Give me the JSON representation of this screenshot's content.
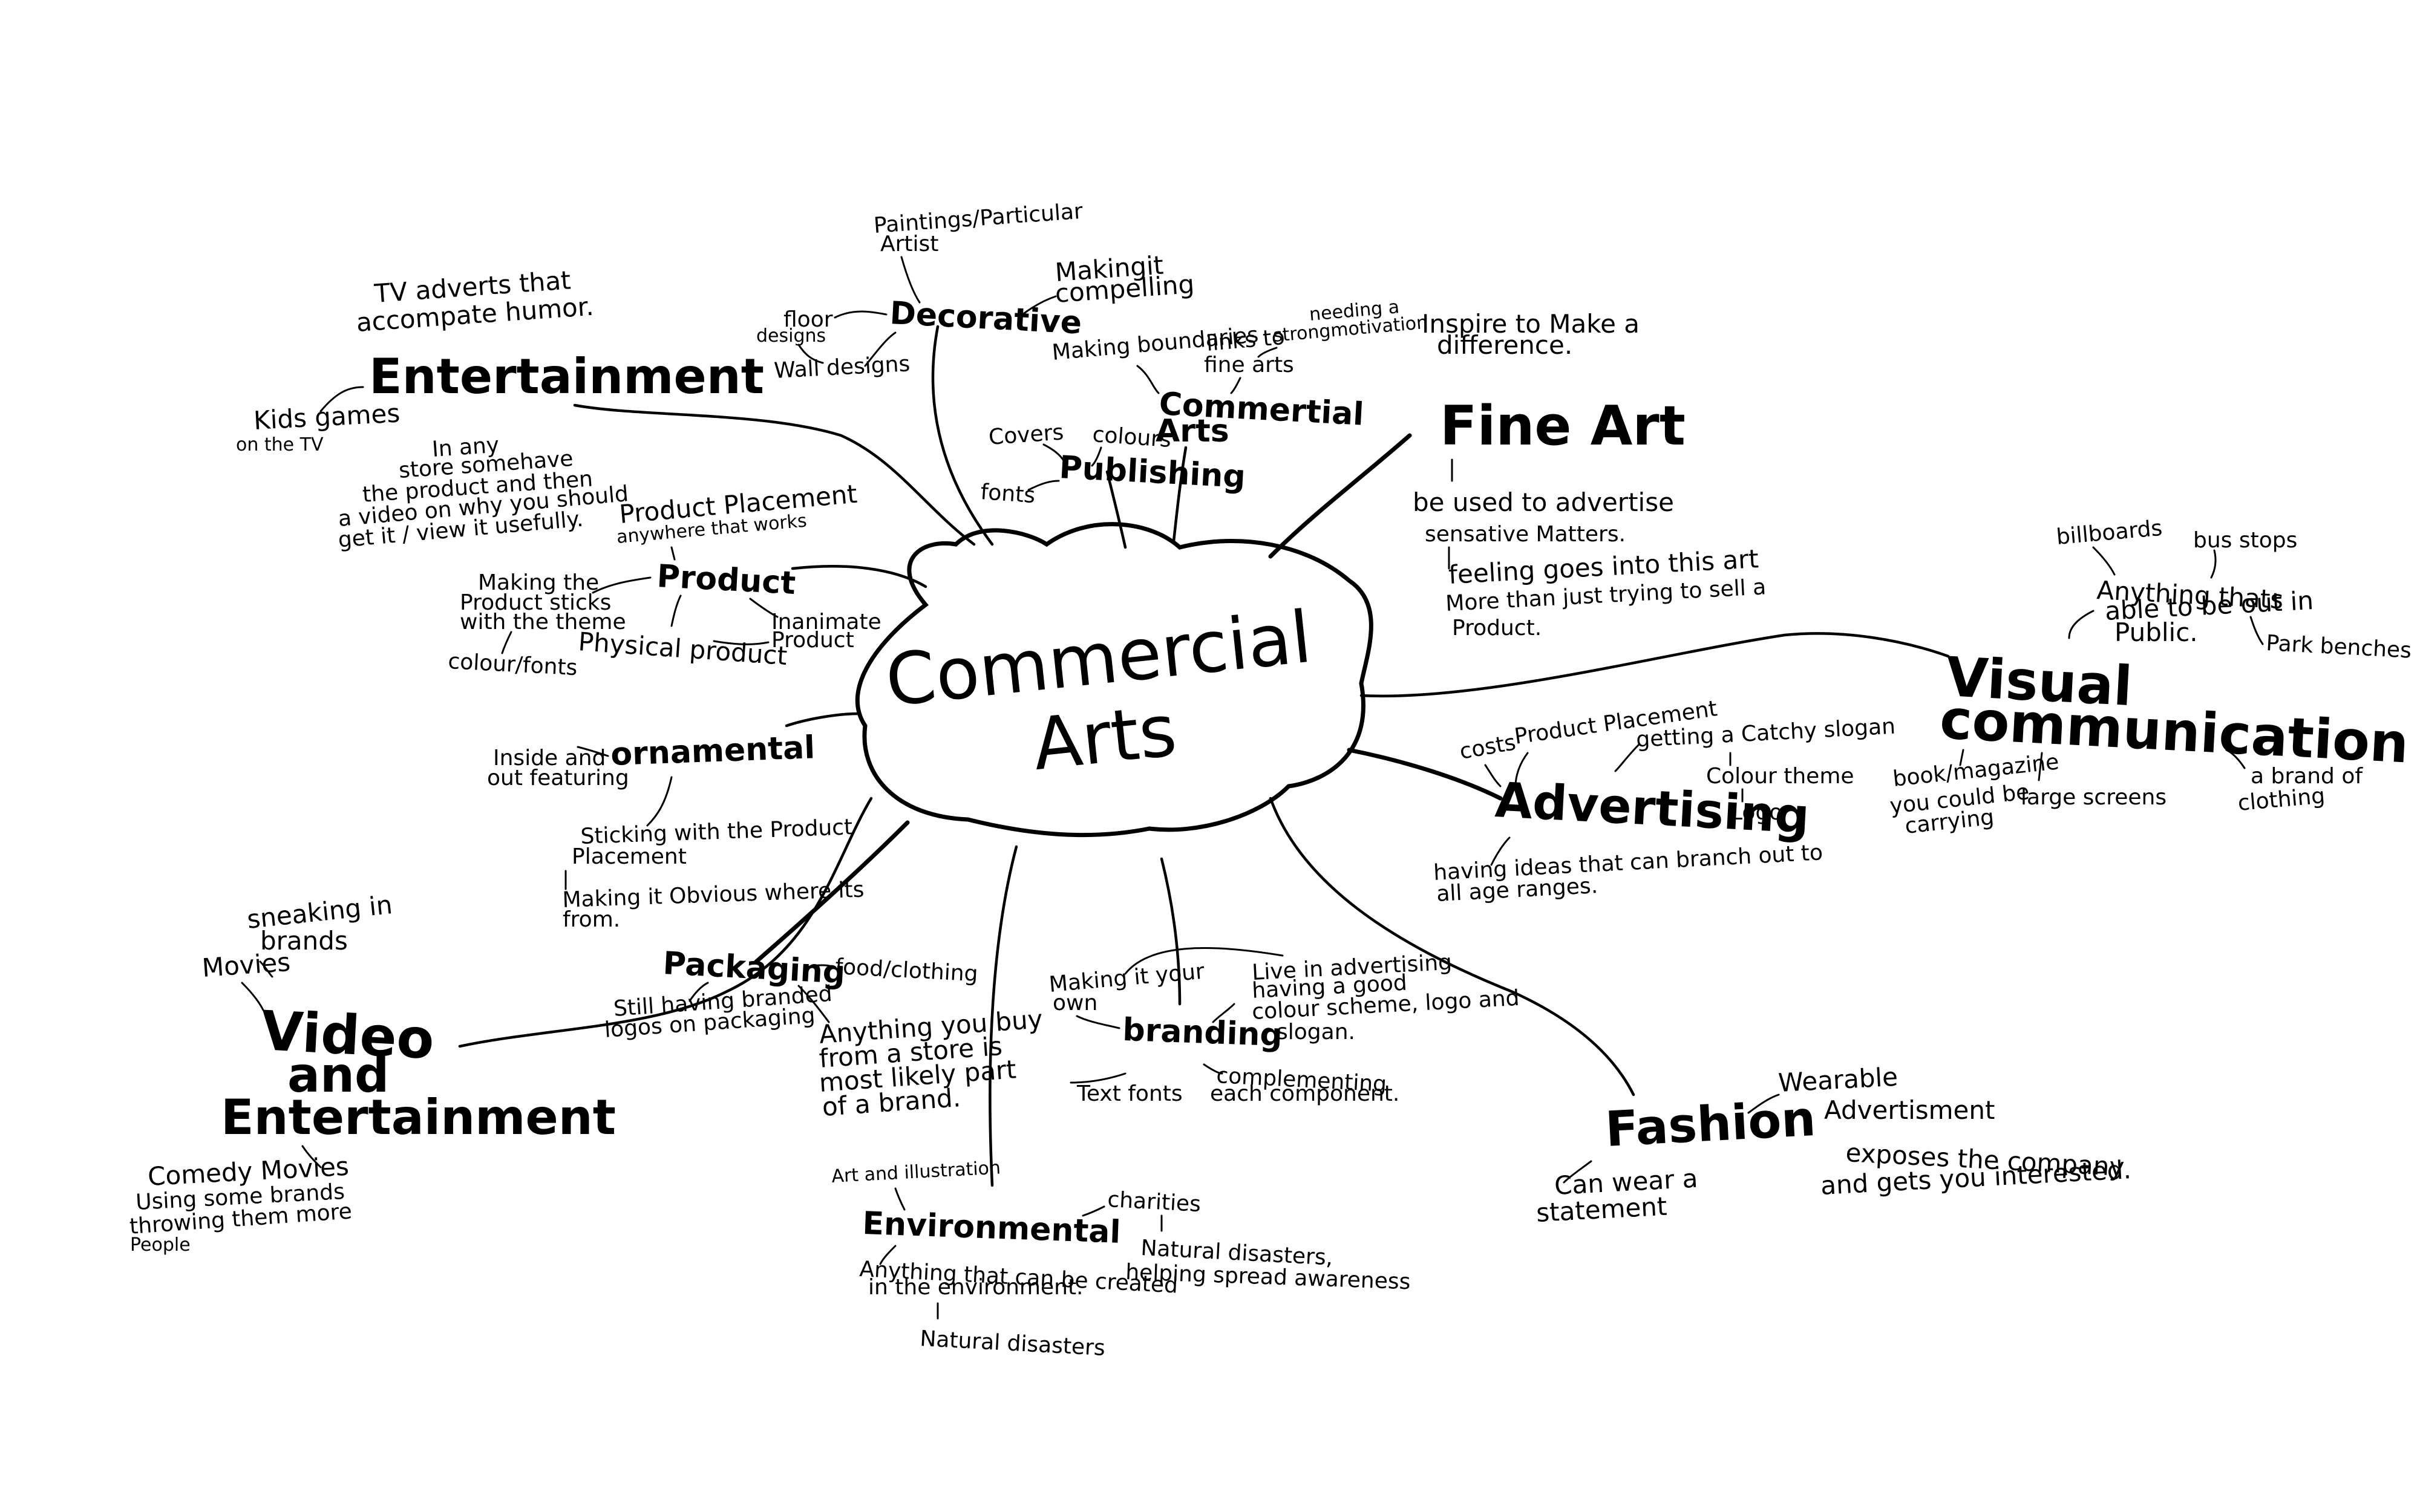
{
  "center": {
    "lines": [
      "Commercial",
      "Arts"
    ]
  },
  "nodes": {
    "entertainment": "Entertainment",
    "decorative": "Decorative",
    "commercial_arts": [
      "Commertial",
      "Arts"
    ],
    "publishing": "Publishing",
    "fine_art": "Fine Art",
    "product": "Product",
    "ornamental": "ornamental",
    "visual_communication": [
      "Visual",
      "communication"
    ],
    "advertising": "Advertising",
    "packaging": "Packaging",
    "branding": "branding",
    "video_entertainment": [
      "Video",
      "and",
      "Entertainment"
    ],
    "environmental": "Environmental",
    "fashion": "Fashion"
  },
  "notes": {
    "tv_adverts": [
      "TV adverts that",
      "accompate humor."
    ],
    "kids_games": [
      "Kids games",
      "on the TV"
    ],
    "in_any_store": [
      "In any",
      "store somehave",
      "the product and then",
      "a video on why you should",
      "get it / view it usefully."
    ],
    "paintings": [
      "Paintings/Particular",
      "Artist"
    ],
    "making_compelling": [
      "Makingit",
      "compelling"
    ],
    "floor_designs": [
      "floor",
      "designs"
    ],
    "wall_designs": "Wall designs",
    "making_boundaries": "Making boundaries",
    "links_fine_arts": [
      "links to",
      "fine arts"
    ],
    "needing_motivation": [
      "needing a",
      "strongmotivation"
    ],
    "covers": "Covers",
    "colours": "colours",
    "fonts": "fonts",
    "inspire": [
      "Inspire to Make a",
      "difference."
    ],
    "be_used": [
      "be used to advertise",
      "sensative Matters."
    ],
    "feeling_goes": [
      "feeling goes into this art",
      "More than just trying to sell a",
      "Product."
    ],
    "product_placement_note": [
      "Product Placement",
      "anywhere that works"
    ],
    "making_product_stick": [
      "Making the",
      "Product sticks",
      "with the theme"
    ],
    "colour_fonts": "colour/fonts",
    "physical_product": "Physical product",
    "inanimate_product": [
      "Inanimate",
      "Product"
    ],
    "billboards": "billboards",
    "bus_stops": "bus stops",
    "anything_thats": [
      "Anything thats",
      "able to be out in",
      "Public."
    ],
    "park_benches": "Park benches",
    "book_magazine": [
      "book/magazine",
      "you could be",
      "carrying"
    ],
    "large_screens": "large screens",
    "a_brand_clothing": [
      "a brand of",
      "clothing"
    ],
    "inside_out": [
      "Inside and",
      "out featuring"
    ],
    "sticking_product": [
      "Sticking with the Product",
      "Placement"
    ],
    "making_obvious": [
      "Making it Obvious where its",
      "from."
    ],
    "costs": "costs",
    "product_placement_adv": "Product Placement",
    "catchy_slogan": "getting a Catchy slogan",
    "colour_theme": "Colour theme",
    "logo": "Logo",
    "having_ideas": [
      "having ideas that can branch out to",
      "all age ranges."
    ],
    "sneaking_in_brands": [
      "sneaking in",
      "brands"
    ],
    "movies": "Movies",
    "food_clothing": "food/clothing",
    "still_having_branded": [
      "Still having branded",
      "logos on packaging"
    ],
    "anything_you_buy": [
      "Anything you buy",
      "from a store is",
      "most likely part",
      "of a brand."
    ],
    "making_it_your_own": [
      "Making it your",
      "own"
    ],
    "live_in_advertising": [
      "Live in advertising",
      "having a good",
      "colour scheme, logo and",
      "slogan."
    ],
    "text_fonts": "Text fonts",
    "complementing": [
      "complementing",
      "each component."
    ],
    "wearable": "Wearable",
    "advertisement": "Advertisment",
    "exposes_company": [
      "exposes the company",
      "and gets you interested."
    ],
    "can_wear_statement": [
      "Can wear a",
      "statement"
    ],
    "comedy_movies": [
      "Comedy Movies",
      "Using some brands",
      "throwing them more",
      "People"
    ],
    "art_illustration": "Art and illustration",
    "charities": "charities",
    "natural_disasters_awareness": [
      "Natural disasters,",
      "helping spread awareness"
    ],
    "anything_created": [
      "Anything that can be created",
      "in the environment."
    ],
    "natural_disasters": "Natural disasters"
  }
}
